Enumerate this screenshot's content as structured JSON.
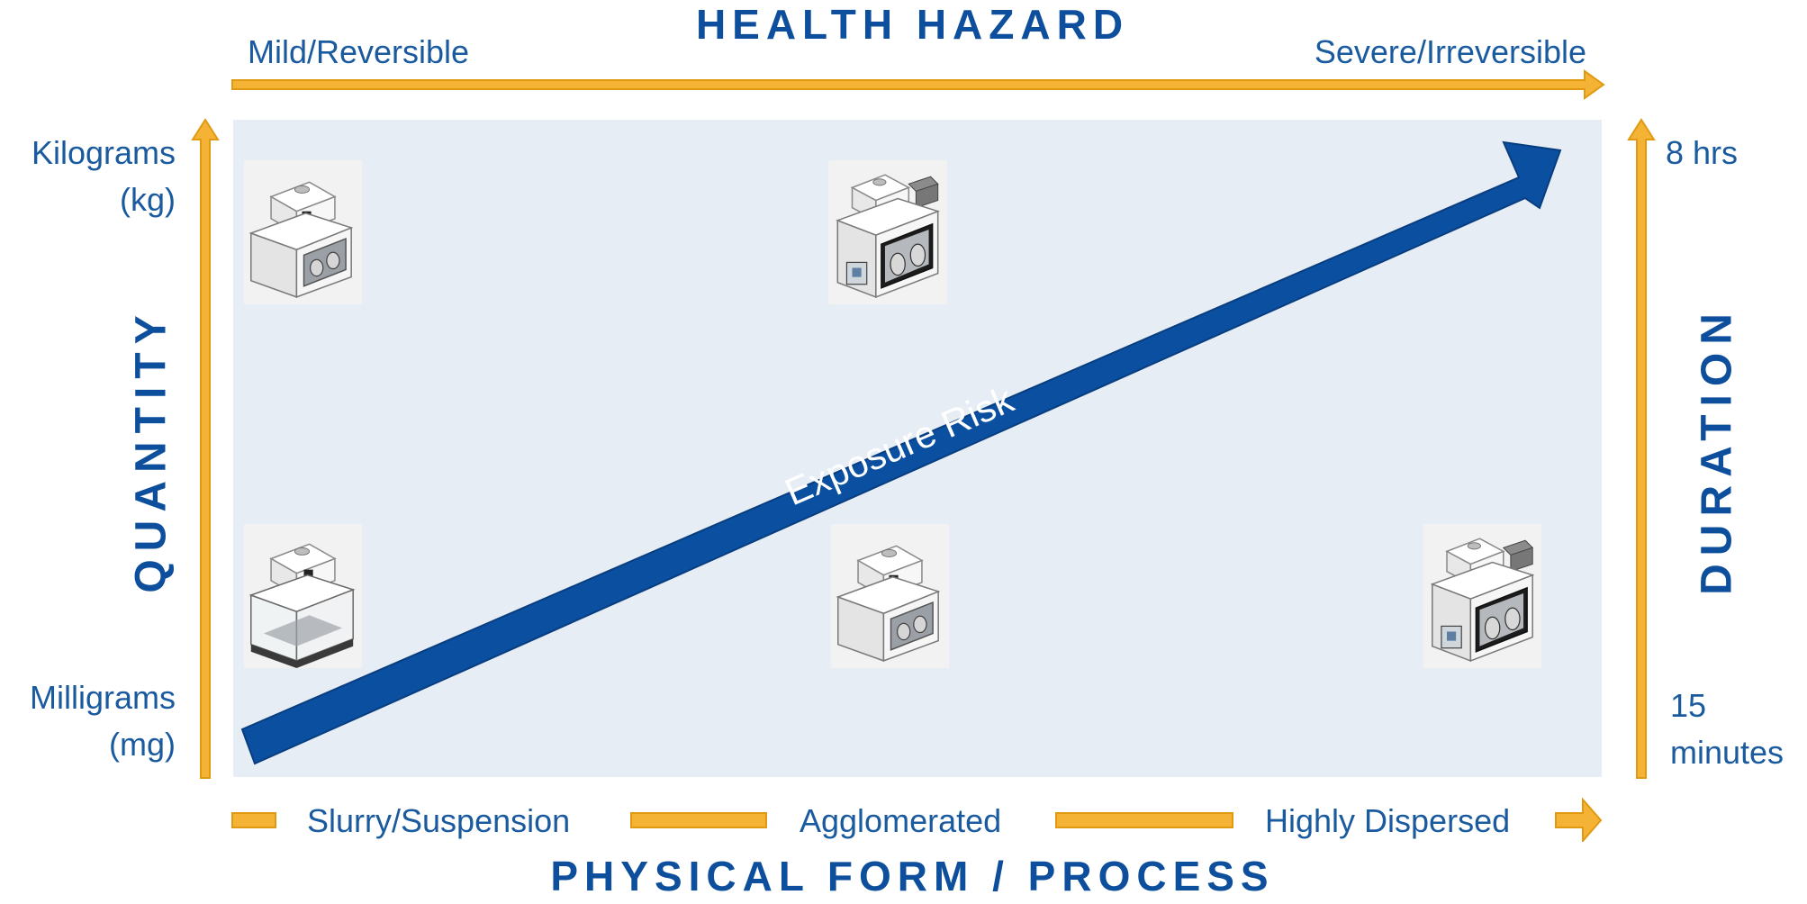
{
  "health_hazard": {
    "title": "HEALTH HAZARD",
    "low": "Mild/Reversible",
    "high": "Severe/Irreversible"
  },
  "quantity": {
    "title": "QUANTITY",
    "high_line1": "Kilograms",
    "high_line2": "(kg)",
    "low_line1": "Milligrams",
    "low_line2": "(mg)"
  },
  "duration": {
    "title": "DURATION",
    "high": "8 hrs",
    "low_line1": "15",
    "low_line2": "minutes"
  },
  "physical_form": {
    "title": "PHYSICAL FORM / PROCESS",
    "stages": [
      "Slurry/Suspension",
      "Agglomerated",
      "Highly Dispersed"
    ]
  },
  "center_arrow": {
    "label": "Exposure Risk"
  },
  "equipment_images": [
    "glovebox-icon",
    "isolator-icon",
    "ventilated-enclosure-icon",
    "glovebox-icon",
    "isolator-icon"
  ],
  "colors": {
    "orange": "#f5b335",
    "orange_stroke": "#e09a12",
    "blue": "#0d4f9c",
    "panel": "#e7edf5"
  }
}
